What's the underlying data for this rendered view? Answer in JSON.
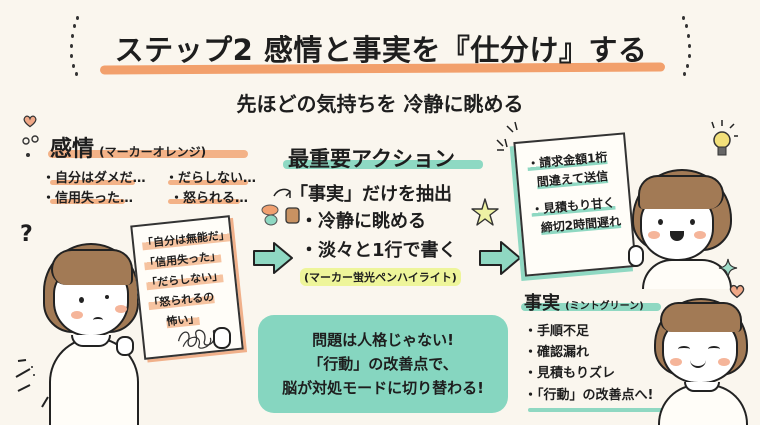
{
  "header": {
    "title": "ステップ2 感情と事実を『仕分け』する",
    "subtitle": "先ほどの気持ちを 冷静に眺める"
  },
  "emotion": {
    "heading": "感情",
    "marker": "(マーカーオレンジ)",
    "items": [
      "・自分はダメだ…",
      "・だらしない…",
      "・信用失った…",
      "・怒られる…"
    ],
    "notebook_lines": [
      "「自分は無能だ」",
      "「信用失った」",
      "「だらしない」",
      "「怒られるの",
      "怖い」"
    ],
    "accent_color": "#f2a06c"
  },
  "action": {
    "heading": "最重要アクション",
    "items": [
      "「事実」だけを抽出",
      "・冷静に眺める",
      "・淡々と1行で書く"
    ],
    "note": "(マーカー蛍光ペンハイライト)",
    "accent_color": "#8ed9c3",
    "highlight_color": "#eef59a"
  },
  "callout": {
    "lines": [
      "問題は人格じゃない!",
      "「行動」の改善点で、",
      "脳が対処モードに切り替わる!"
    ],
    "background": "#86d6c0"
  },
  "notebook_right": {
    "lines": [
      "・請求金額1桁",
      "間違えて送信",
      "・見積もり甘く",
      "締切2時間遅れ"
    ]
  },
  "fact": {
    "heading": "事実",
    "marker": "(ミントグリーン)",
    "items": [
      "・手順不足",
      "・確認漏れ",
      "・見積もりズレ",
      "・「行動」の改善点へ!"
    ],
    "accent_color": "#8fd8c2"
  },
  "icons": {
    "left_heart": "heart-icon",
    "question": "question-mark-icon",
    "star": "star-icon",
    "bulb": "lightbulb-icon",
    "sparkle": "sparkle-icon",
    "right_heart": "heart-icon",
    "question_glyph": "?"
  }
}
